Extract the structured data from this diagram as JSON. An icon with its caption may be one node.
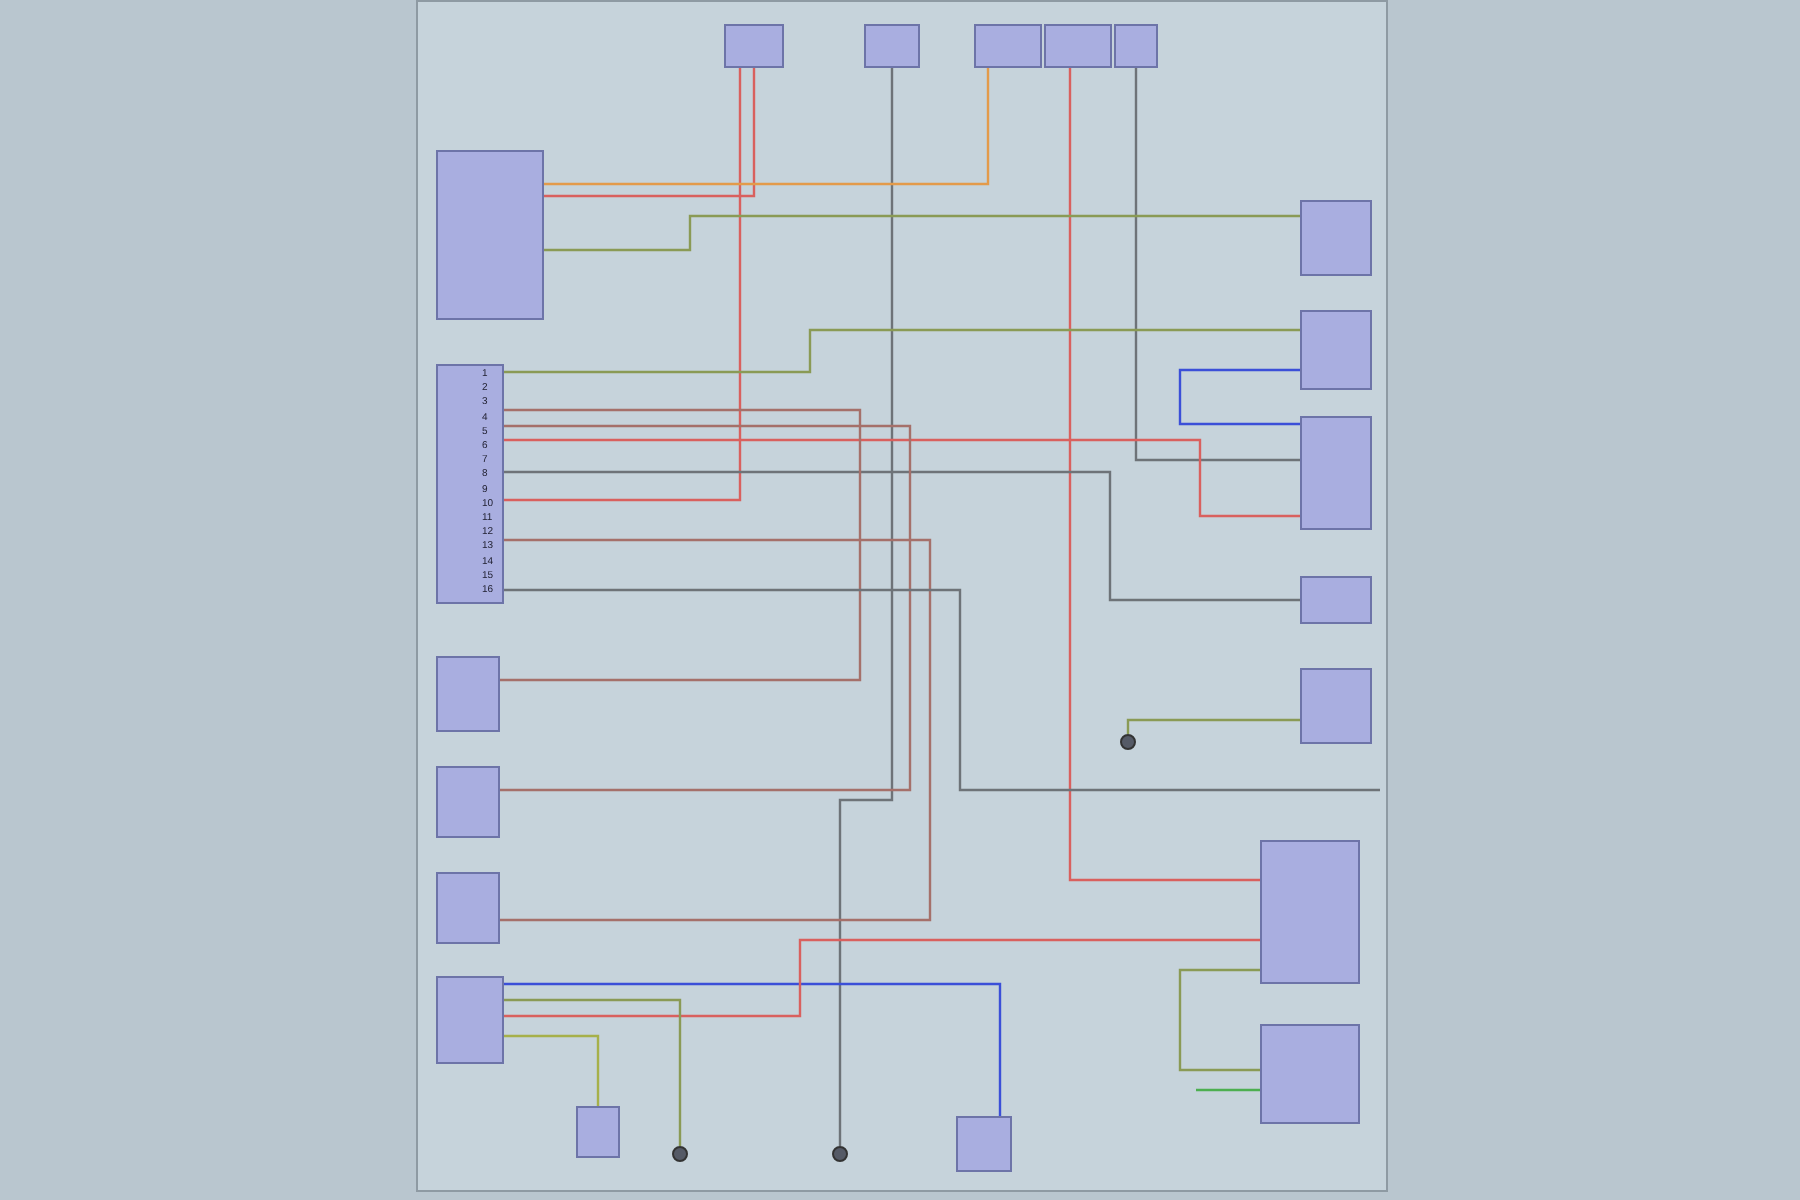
{
  "diagram": {
    "nodes": [
      {
        "text": [],
        "shape": "box"
      },
      {
        "text": [],
        "shape": "box"
      },
      {
        "text": [],
        "shape": "box"
      },
      {
        "text": [],
        "shape": "box"
      },
      {
        "text": [],
        "shape": "box"
      },
      {
        "text": [],
        "shape": "box"
      },
      {
        "text": [],
        "shape": "box"
      },
      {
        "text": [],
        "shape": "box"
      },
      {
        "text": [],
        "shape": "box"
      },
      {
        "text": [],
        "shape": "box"
      },
      {
        "text": [],
        "shape": "box"
      },
      {
        "text": [],
        "shape": "box"
      },
      {
        "text": [],
        "shape": "box"
      },
      {
        "text": [],
        "shape": "box"
      },
      {
        "text": [],
        "shape": "box"
      },
      {
        "text": [],
        "shape": "box"
      },
      {
        "text": [],
        "shape": "box"
      },
      {
        "text": [],
        "shape": "circle"
      },
      {
        "text": [],
        "shape": "circle"
      },
      {
        "text": [],
        "shape": "box"
      },
      {
        "text": [],
        "shape": "circle"
      },
      {
        "text": [],
        "shape": "box"
      },
      {
        "text": [],
        "shape": "box"
      }
    ],
    "edges": [
      {
        "from": 0,
        "to": 5,
        "arrow": "none",
        "color": "#d9605e"
      },
      {
        "from": 0,
        "to": 6,
        "arrow": "none",
        "color": "#d9605e"
      },
      {
        "from": 1,
        "to": 18,
        "arrow": "none",
        "color": "#6e7378"
      },
      {
        "from": 2,
        "to": 5,
        "arrow": "none",
        "color": "#e39a4a"
      },
      {
        "from": 3,
        "to": 21,
        "arrow": "none",
        "color": "#d9605e"
      },
      {
        "from": 4,
        "to": 9,
        "arrow": "none",
        "color": "#6e7378"
      },
      {
        "from": 5,
        "to": 7,
        "arrow": "none",
        "color": "#8a9a55"
      },
      {
        "from": 6,
        "to": 8,
        "arrow": "none",
        "color": "#8a9a55"
      },
      {
        "from": 8,
        "to": 9,
        "arrow": "none",
        "color": "#3b4fd8"
      },
      {
        "from": 6,
        "to": 9,
        "arrow": "none",
        "color": "#d9605e"
      },
      {
        "from": 6,
        "to": 10,
        "arrow": "none",
        "color": "#6e7378"
      },
      {
        "from": 12,
        "to": 6,
        "arrow": "none",
        "color": "#a5706a"
      },
      {
        "from": 13,
        "to": 6,
        "arrow": "none",
        "color": "#a5706a"
      },
      {
        "from": 14,
        "to": 6,
        "arrow": "none",
        "color": "#a5706a"
      },
      {
        "from": 15,
        "to": 19,
        "arrow": "none",
        "color": "#3b4fd8"
      },
      {
        "from": 15,
        "to": 21,
        "arrow": "none",
        "color": "#d9605e"
      },
      {
        "from": 15,
        "to": 16,
        "arrow": "none",
        "color": "#a6b04a"
      },
      {
        "from": 15,
        "to": 17,
        "arrow": "none",
        "color": "#8a9a55"
      },
      {
        "from": 21,
        "to": 22,
        "arrow": "none",
        "color": "#8a9a55"
      },
      {
        "from": 11,
        "to": 20,
        "arrow": "none",
        "color": "#8a9a55"
      },
      {
        "from": 6,
        "to": null,
        "arrow": "none",
        "color": "#6e7378"
      },
      {
        "from": 22,
        "to": null,
        "arrow": "none",
        "color": "#4caf50"
      }
    ],
    "labels": [
      "1",
      "2",
      "3",
      "4",
      "5",
      "6",
      "7",
      "8",
      "9",
      "10",
      "11",
      "12",
      "13",
      "14",
      "15",
      "16"
    ]
  }
}
